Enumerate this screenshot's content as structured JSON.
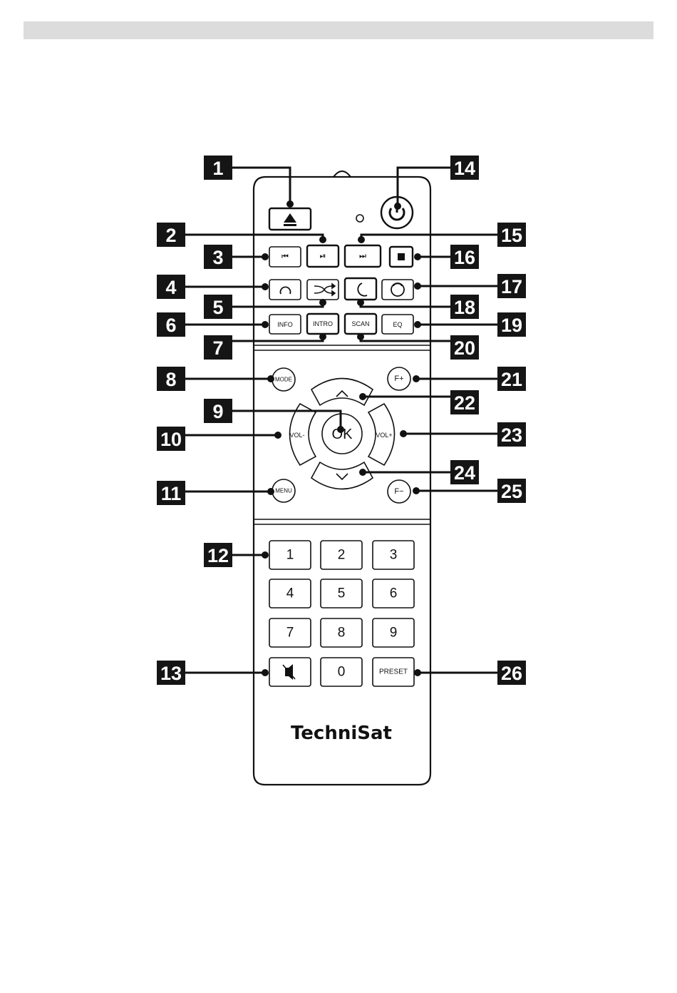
{
  "remote": {
    "brand": "TechniSat",
    "buttons": {
      "play_pause": "⏯",
      "prev": "⏮",
      "next": "⏭",
      "info": "INFO",
      "intro": "INTRO",
      "scan": "SCAN",
      "eq": "EQ",
      "mode": "MODE",
      "menu": "MENU",
      "f_plus": "F+",
      "f_minus": "F−",
      "vol_minus": "VOL-",
      "vol_plus": "VOL+",
      "ok": "OK",
      "preset": "PRESET",
      "digits": [
        "1",
        "2",
        "3",
        "4",
        "5",
        "6",
        "7",
        "8",
        "9",
        "0"
      ]
    }
  },
  "callouts": [
    "1",
    "2",
    "3",
    "4",
    "5",
    "6",
    "7",
    "8",
    "9",
    "10",
    "11",
    "12",
    "13",
    "14",
    "15",
    "16",
    "17",
    "18",
    "19",
    "20",
    "21",
    "22",
    "23",
    "24",
    "25",
    "26"
  ]
}
